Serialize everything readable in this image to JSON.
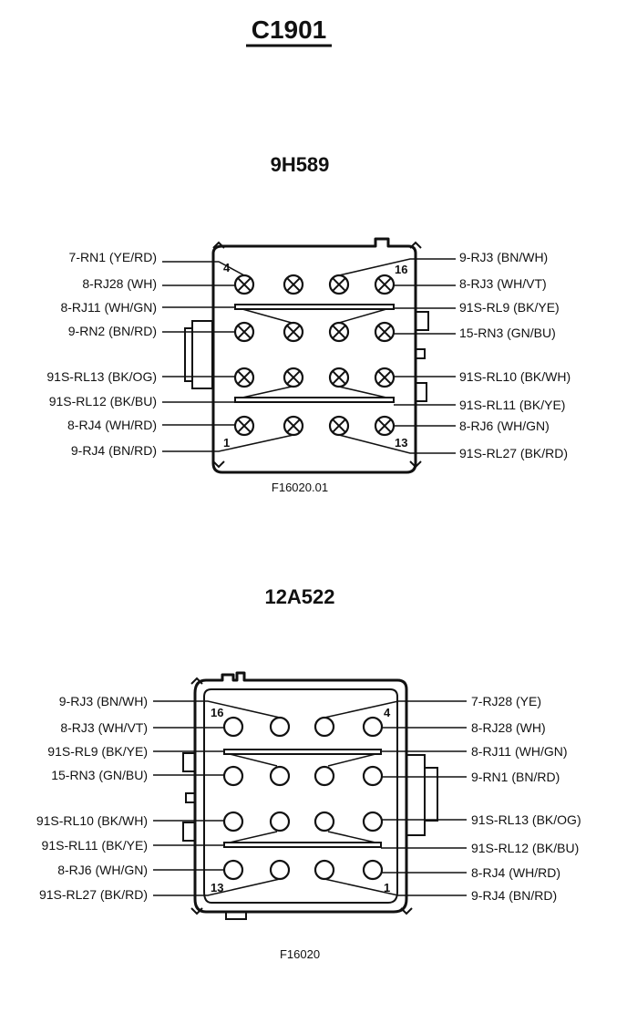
{
  "title": "C1901",
  "connectors": [
    {
      "id": "9H589",
      "caption": "F16020.01",
      "pin_style": "crossed",
      "corner_numbers": [
        "4",
        "16",
        "1",
        "13"
      ],
      "left_labels": [
        "7-RN1 (YE/RD)",
        "8-RJ28 (WH)",
        "8-RJ11 (WH/GN)",
        "9-RN2 (BN/RD)",
        "91S-RL13 (BK/OG)",
        "91S-RL12 (BK/BU)",
        "8-RJ4 (WH/RD)",
        "9-RJ4 (BN/RD)"
      ],
      "right_labels": [
        "9-RJ3 (BN/WH)",
        "8-RJ3 (WH/VT)",
        "91S-RL9 (BK/YE)",
        "15-RN3 (GN/BU)",
        "91S-RL10 (BK/WH)",
        "91S-RL11 (BK/YE)",
        "8-RJ6 (WH/GN)",
        "91S-RL27 (BK/RD)"
      ]
    },
    {
      "id": "12A522",
      "caption": "F16020",
      "pin_style": "open",
      "corner_numbers": [
        "16",
        "4",
        "13",
        "1"
      ],
      "left_labels": [
        "9-RJ3 (BN/WH)",
        "8-RJ3 (WH/VT)",
        "91S-RL9 (BK/YE)",
        "15-RN3 (GN/BU)",
        "91S-RL10 (BK/WH)",
        "91S-RL11 (BK/YE)",
        "8-RJ6 (WH/GN)",
        "91S-RL27 (BK/RD)"
      ],
      "right_labels": [
        "7-RJ28 (YE)",
        "8-RJ28 (WH)",
        "8-RJ11 (WH/GN)",
        "9-RN1 (BN/RD)",
        "91S-RL13 (BK/OG)",
        "91S-RL12 (BK/BU)",
        "8-RJ4 (WH/RD)",
        "9-RJ4 (BN/RD)"
      ]
    }
  ]
}
